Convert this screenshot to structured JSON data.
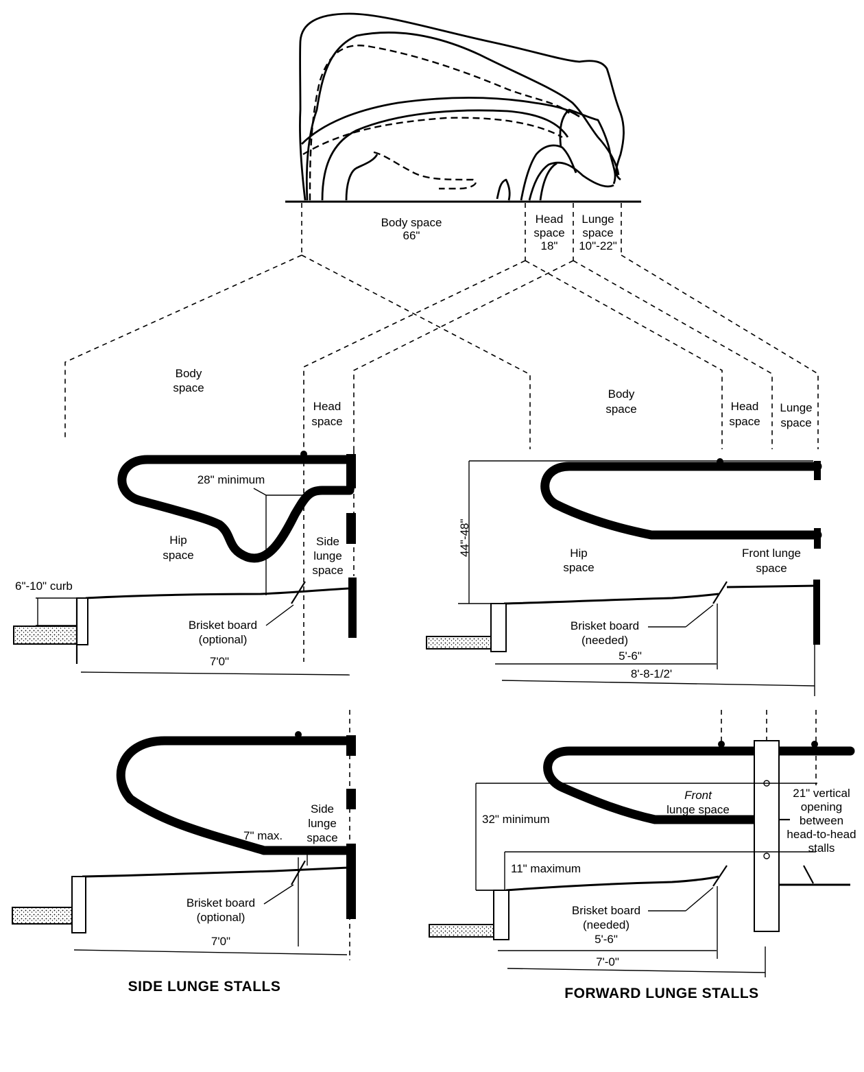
{
  "cow_labels": {
    "body": [
      "Body space",
      "66\""
    ],
    "head": [
      "Head",
      "space",
      "18\""
    ],
    "lunge": [
      "Lunge",
      "space",
      "10\"-22\""
    ]
  },
  "side_top": {
    "body_space": [
      "Body",
      "space"
    ],
    "head_space": [
      "Head",
      "space"
    ],
    "minimum": "28\" minimum",
    "hip_space": [
      "Hip",
      "space"
    ],
    "side_lunge": [
      "Side",
      "lunge",
      "space"
    ],
    "curb": "6\"-10\" curb",
    "brisket": [
      "Brisket board",
      "(optional)"
    ],
    "length": "7'0\""
  },
  "side_bottom": {
    "max": "7\" max.",
    "side_lunge": [
      "Side",
      "lunge",
      "space"
    ],
    "brisket": [
      "Brisket board",
      "(optional)"
    ],
    "length": "7'0\""
  },
  "forward_top": {
    "body_space": [
      "Body",
      "space"
    ],
    "head_space": [
      "Head",
      "space"
    ],
    "lunge_space": [
      "Lunge",
      "space"
    ],
    "height": "44\"-48\"",
    "hip_space": [
      "Hip",
      "space"
    ],
    "front_lunge": [
      "Front lunge",
      "space"
    ],
    "brisket": [
      "Brisket board",
      "(needed)"
    ],
    "dim1": "5'-6\"",
    "dim2": "8'-8-1/2'"
  },
  "forward_bottom": {
    "front_lunge": [
      "Front",
      "lunge space"
    ],
    "vertical_opening": [
      "21\" vertical",
      "opening",
      "between",
      "head-to-head",
      "stalls"
    ],
    "minimum": "32\" minimum",
    "maximum": "11\" maximum",
    "brisket": [
      "Brisket board",
      "(needed)"
    ],
    "dim1": "5'-6\"",
    "dim2": "7'-0\""
  },
  "captions": {
    "side": "SIDE LUNGE STALLS",
    "forward": "FORWARD LUNGE STALLS"
  }
}
